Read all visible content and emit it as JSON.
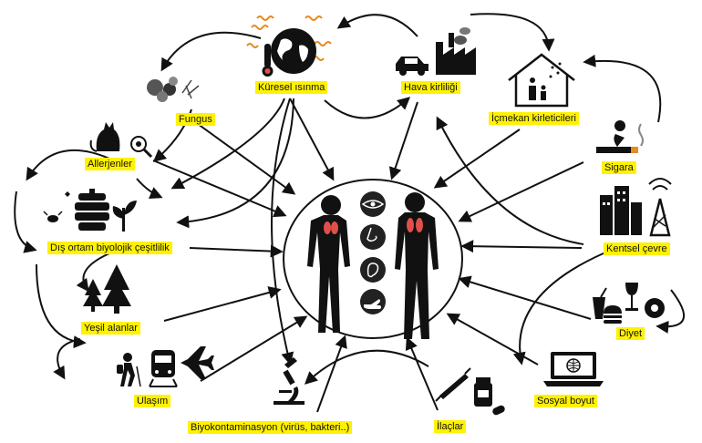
{
  "labels": {
    "kuresel_isinma": "Küresel ısınma",
    "hava_kirliligi": "Hava kirliliği",
    "fungus": "Fungus",
    "icmekan_kirleticileri": "İçmekan kirleticileri",
    "allerjenler": "Allerjenler",
    "sigara": "Sigara",
    "dis_ortam": "Dış ortam biyolojik çeşitlilik",
    "kentsel_cevre": "Kentsel çevre",
    "yesil_alanlar": "Yeşil alanlar",
    "diyet": "Diyet",
    "ulasim": "Ulaşım",
    "sosyal_boyut": "Sosyal boyut",
    "biyokontaminasyon": "Biyokontaminasyon (virüs, bakteri..)",
    "ilaclar": "İlaçlar"
  },
  "colors": {
    "label_bg": "#fff200",
    "ink": "#111111",
    "lungs": "#e0504a",
    "sense_disc": "#222222"
  },
  "icons": [
    "globe-thermometer-icon",
    "factory-car-icon",
    "mold-spores-icon",
    "house-family-icon",
    "cat-dustmite-icon",
    "cigarette-icon",
    "beehive-plant-icon",
    "city-buildings-icon",
    "trees-icon",
    "food-icon",
    "hiker-train-plane-icon",
    "laptop-globe-icon",
    "microscope-icon",
    "pills-syringe-icon",
    "human-silhouettes-icon",
    "eye-icon",
    "nose-icon",
    "ear-icon",
    "hand-icon"
  ]
}
